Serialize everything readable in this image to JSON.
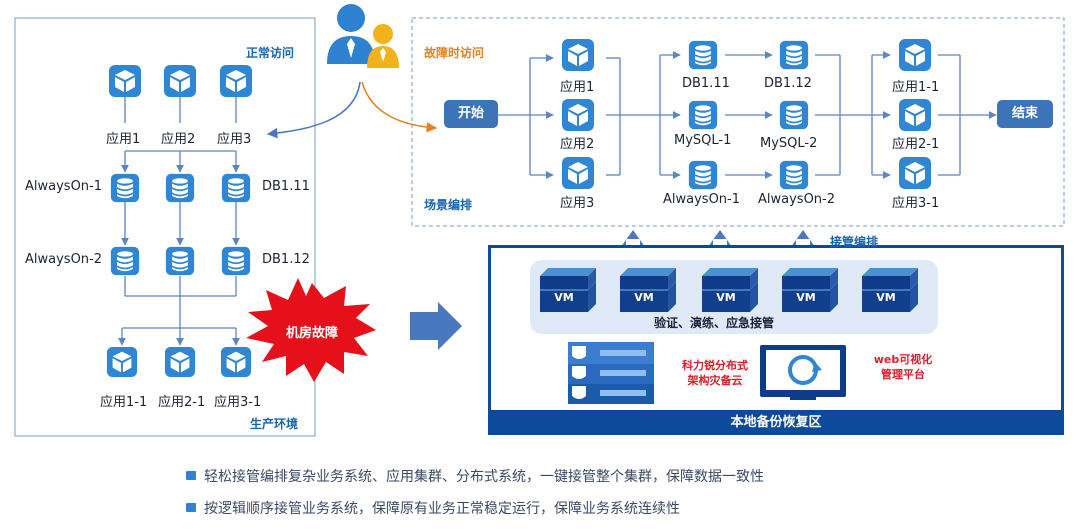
{
  "production": {
    "normal_access_label": "正常访问",
    "env_label": "生产环境",
    "apps_top": [
      "应用1",
      "应用2",
      "应用3"
    ],
    "db_row1": {
      "left": "AlwaysOn-1",
      "right": "DB1.11"
    },
    "db_row2": {
      "left": "AlwaysOn-2",
      "right": "DB1.12"
    },
    "apps_bottom": [
      "应用1-1",
      "应用2-1",
      "应用3-1"
    ]
  },
  "failure": {
    "label": "机房故障"
  },
  "failover": {
    "access_label": "故障时访问",
    "scene_label": "场景编排",
    "start_label": "开始",
    "end_label": "结束",
    "apps": [
      "应用1",
      "应用2",
      "应用3"
    ],
    "db_col1": [
      "DB1.11",
      "MySQL-1",
      "AlwaysOn-1"
    ],
    "db_col2": [
      "DB1.12",
      "MySQL-2",
      "AlwaysOn-2"
    ],
    "apps_out": [
      "应用1-1",
      "应用2-1",
      "应用3-1"
    ]
  },
  "recovery": {
    "takeover_label": "接管编排",
    "vm_label": "VM",
    "vm_caption": "验证、演练、应急接管",
    "cloud_label": "科力锐分布式\n架构灾备云",
    "web_label": "web可视化\n管理平台",
    "footer_label": "本地备份恢复区"
  },
  "bullets": [
    "轻松接管编排复杂业务系统、应用集群、分布式系统，一键接管整个集群，保障数据一致性",
    "按逻辑顺序接管业务系统，保障原有业务正常稳定运行，保障业务系统连续性"
  ],
  "colors": {
    "blue": "#2e82cf",
    "dark_blue": "#0f3c88",
    "orange": "#e8801c",
    "red": "#e6101a"
  }
}
